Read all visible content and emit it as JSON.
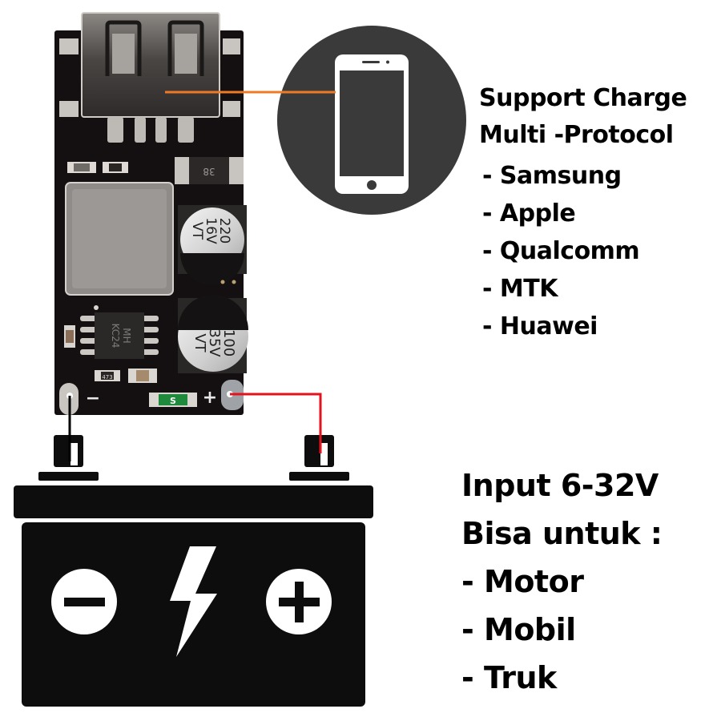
{
  "pcb": {
    "chip_label_line1": "MH",
    "chip_label_line2": "KC24",
    "cap1_value": "220",
    "cap1_voltage": "16V",
    "cap1_series": "VT",
    "cap2_value": "100",
    "cap2_voltage": "35V",
    "cap2_series": "VT",
    "diode_marking": "38",
    "fuse_marking": "S",
    "resistor_marking": "473",
    "minus_label": "−",
    "plus_label": "+"
  },
  "protocols": {
    "heading_line1": "Support Charge",
    "heading_line2": "Multi -Protocol",
    "items": [
      "- Samsung",
      "- Apple",
      "- Qualcomm",
      "- MTK",
      "- Huawei"
    ]
  },
  "input_info": {
    "heading_line1": "Input 6-32V",
    "heading_line2": "Bisa untuk :",
    "items": [
      "- Motor",
      "- Mobil",
      "- Truk"
    ]
  },
  "colors": {
    "pcb": "#141012",
    "phone_circle": "#3a3a3a",
    "usb_wire": "#f07a24",
    "positive_wire": "#e3121d",
    "negative_wire": "#000000",
    "battery": "#0d0d0d",
    "fuse": "#1f8a3c"
  }
}
